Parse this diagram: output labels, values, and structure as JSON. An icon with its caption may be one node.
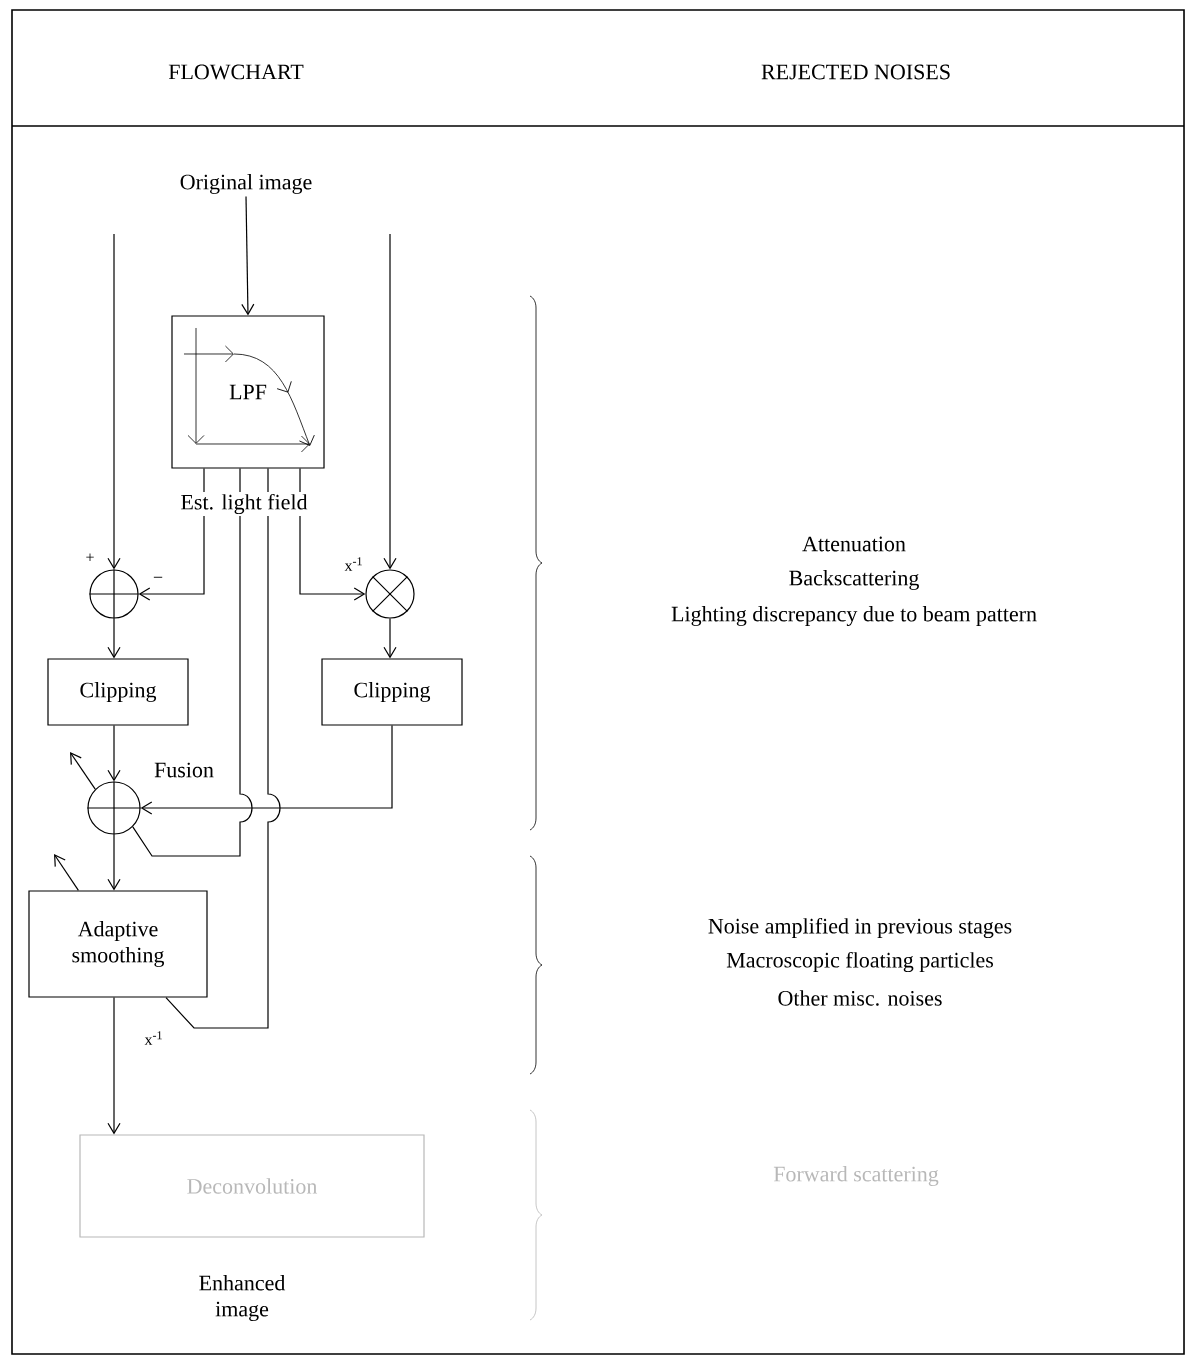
{
  "diagram": {
    "nodes": [
      {
        "text": [
          "Original image"
        ]
      },
      {
        "text": [
          "LPF"
        ],
        "beside": [
          "Est. light field"
        ]
      },
      {
        "text": [],
        "shape": "circle"
      },
      {
        "text": [],
        "shape": "circle"
      },
      {
        "text": [
          "Clipping"
        ]
      },
      {
        "text": [
          "Clipping"
        ]
      },
      {
        "text": [],
        "shape": "circle",
        "beside": [
          "Fusion"
        ]
      },
      {
        "text": [
          "Adaptive smoothing"
        ]
      },
      {
        "text": [
          "Deconvolution"
        ]
      },
      {
        "text": [
          "Enhanced image"
        ]
      }
    ],
    "edges": [
      {
        "from": 0,
        "to": 1,
        "arrow": "to"
      },
      {
        "from": null,
        "to": 2,
        "arrow": "to"
      },
      {
        "from": null,
        "to": 3,
        "arrow": "to"
      },
      {
        "from": 1,
        "to": 2,
        "arrow": "to"
      },
      {
        "from": 1,
        "to": 3,
        "arrow": "to"
      },
      {
        "from": 1,
        "to": 6,
        "arrow": "none"
      },
      {
        "from": 1,
        "to": 7,
        "arrow": "none"
      },
      {
        "from": 2,
        "to": 4,
        "arrow": "to"
      },
      {
        "from": 3,
        "to": 5,
        "arrow": "to"
      },
      {
        "from": 4,
        "to": 6,
        "arrow": "to"
      },
      {
        "from": 5,
        "to": 6,
        "arrow": "to"
      },
      {
        "from": 6,
        "to": 7,
        "arrow": "to"
      },
      {
        "from": 7,
        "to": 8,
        "arrow": "to"
      },
      {
        "from": 6,
        "to": null,
        "arrow": "to"
      },
      {
        "from": 7,
        "to": null,
        "arrow": "to"
      }
    ],
    "labels": [
      "FLOWCHART",
      "REJECTED NOISES",
      "+",
      "x$^{-1}$",
      "−",
      "Attenuation",
      "Backscattering",
      "Lighting discrepancy due to beam pattern",
      "Noise amplified in previous stages",
      "Macroscopic floating particles",
      "Other misc. noises",
      "x$^{-1}$",
      "Forward scattering"
    ]
  }
}
